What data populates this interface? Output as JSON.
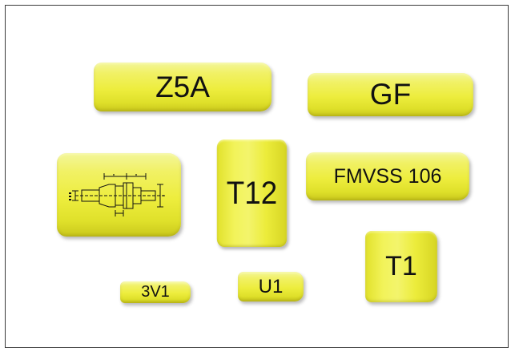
{
  "markers": [
    {
      "id": "z5a",
      "text": "Z5A"
    },
    {
      "id": "gf",
      "text": "GF"
    },
    {
      "id": "t12",
      "text": "T12"
    },
    {
      "id": "fmvss",
      "text": "FMVSS 106"
    },
    {
      "id": "t1",
      "text": "T1"
    },
    {
      "id": "3v1",
      "text": "3V1"
    },
    {
      "id": "u1",
      "text": "U1"
    }
  ],
  "drawing_marker": {
    "icon": "fitting-technical-drawing-icon"
  },
  "colors": {
    "sleeve_yellow": "#eded3d",
    "text": "#111111",
    "frame_border": "#3a3a3a",
    "background": "#ffffff"
  }
}
